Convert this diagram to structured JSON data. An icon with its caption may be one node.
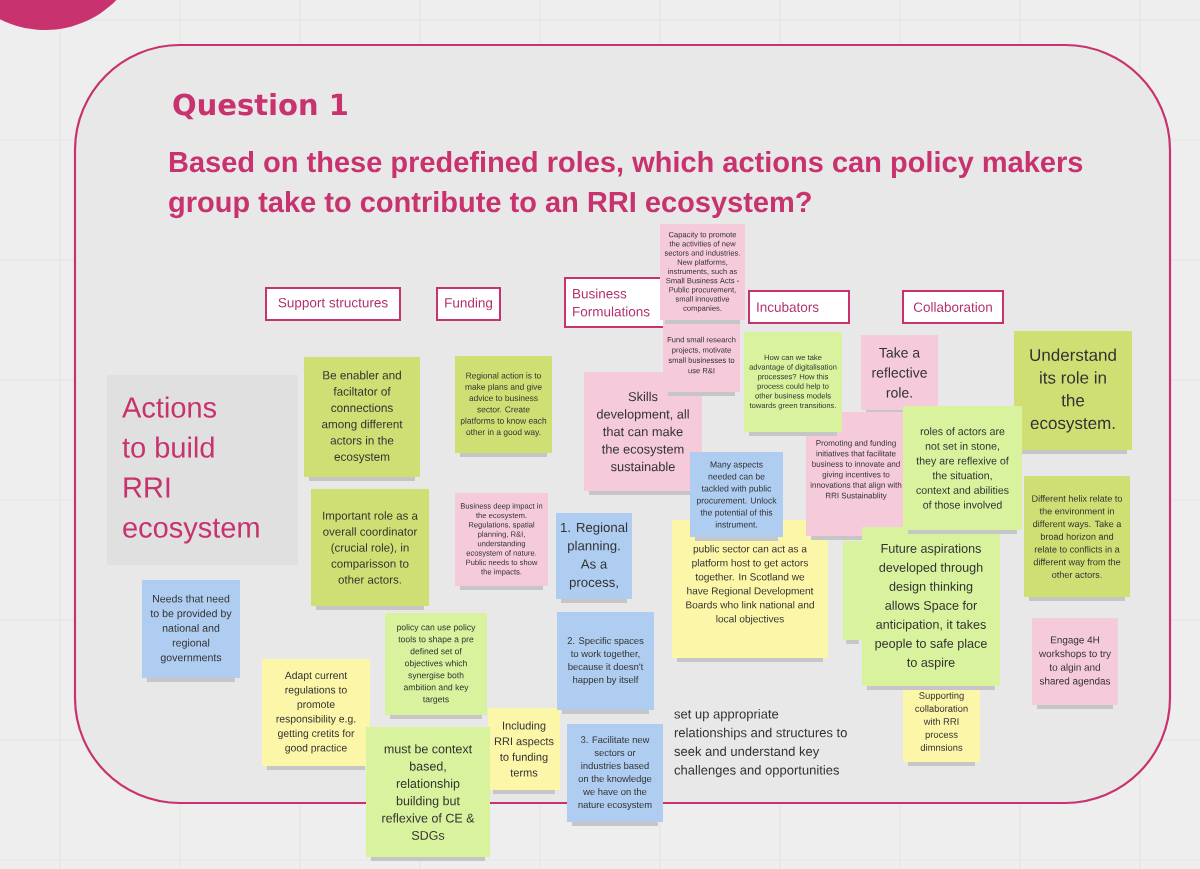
{
  "diagram": {
    "nodes": [
      {
        "text": [
          "Question 1",
          "Based on these predefined roles, which actions can policy makers group take to contribute to an RRI ecosystem?"
        ]
      },
      {
        "text": [
          "Support structures"
        ],
        "in": 0
      },
      {
        "text": [
          "Funding"
        ],
        "in": 0
      },
      {
        "text": [
          "Business Formulations"
        ],
        "in": 0
      },
      {
        "text": [
          "Incubators"
        ],
        "in": 0
      },
      {
        "text": [
          "Collaboration"
        ],
        "in": 0
      },
      {
        "text": [
          "Actions to build RRI ecosystem"
        ],
        "in": 0
      },
      {
        "text": [
          "Be enabler and faciltator of connections among different actors in the ecosystem"
        ],
        "in": 0
      },
      {
        "text": [
          "Important role as a overall coordinator (crucial role), in comparisson to other actors."
        ],
        "in": 0
      },
      {
        "text": [
          "Needs that need to be provided by national and regional governments"
        ],
        "in": 0
      },
      {
        "text": [
          "Adapt current regulations to promote responsibility e.g. getting cretits for good practice"
        ],
        "in": 0
      },
      {
        "text": [
          "policy can use policy tools to shape a pre defined set of objectives which synergise both ambition and key targets"
        ],
        "in": 0
      },
      {
        "text": [
          "must be context based, relationship building but reflexive of CE & SDGs"
        ]
      },
      {
        "text": [
          "Regional action is to make plans and give advice to business sector. Create platforms to know each other in a good way."
        ],
        "in": 0
      },
      {
        "text": [
          "Business deep impact in the ecosystem. Regulations, spatial planning, R&I, understanding ecosystem of nature. Public needs to show the impacts."
        ],
        "in": 0
      },
      {
        "text": [
          "Including RRI aspects to funding terms"
        ],
        "in": 0
      },
      {
        "text": [
          "Capacity to promote the activities of new sectors and industries. New platforms, instruments, such as Small Business Acts - Public procurement, small innovative companies."
        ],
        "in": 0
      },
      {
        "text": [
          "Fund small research projects, motivate small businesses to use R&I"
        ],
        "in": 0
      },
      {
        "text": [
          "Skills development, all that can make the ecosystem sustainable"
        ],
        "in": 0
      },
      {
        "text": [
          "1. Regional planning. As a process,"
        ],
        "in": 0
      },
      {
        "text": [
          "2. Specific spaces to work together, because it doesn't happen by itself"
        ],
        "in": 0
      },
      {
        "text": [
          "3. Facilitate new sectors or industries based on the knowledge we have on the nature ecosystem"
        ]
      },
      {
        "text": [
          "Many aspects needed can be tackled with public procurement. Unlock the potential of this instrument."
        ],
        "in": 0
      },
      {
        "text": [
          "public sector can act as a platform host to get actors together. In Scotland we have Regional Development Boards who link national and local objectives"
        ],
        "in": 0
      },
      {
        "text": [
          "How can we take advantage of digitalisation processes? How this process could help to other business models towards green transitions."
        ],
        "in": 0
      },
      {
        "text": [
          "Take a reflective role."
        ],
        "in": 0
      },
      {
        "text": [
          "Promoting and funding initiatives that facilitate business to innovate and giving incentives to innovations that align with RRI Sustainablity"
        ],
        "in": 0
      },
      {
        "text": [],
        "shape": "box",
        "in": 0
      },
      {
        "text": [
          "roles of actors are not set in stone, they are reflexive of the situation, context and abilities of those involved"
        ],
        "in": 0
      },
      {
        "text": [
          "Future aspirations developed through design thinking allows Space for anticipation, it takes people to safe place to aspire"
        ],
        "in": 0
      },
      {
        "text": [
          "Supporting collaboration with RRI process dimnsions"
        ],
        "in": 0
      },
      {
        "text": [
          "Understand its role in the ecosystem."
        ],
        "in": 0
      },
      {
        "text": [
          "Different helix relate to the environment in different ways. Take a broad horizon and relate to conflicts in a different way from the other actors."
        ],
        "in": 0
      },
      {
        "text": [
          "Engage 4H workshops to try to algin and shared agendas"
        ],
        "in": 0
      }
    ],
    "labels": [
      "set up appropriate relationships and structures to seek and understand key challenges and opportunities"
    ]
  }
}
